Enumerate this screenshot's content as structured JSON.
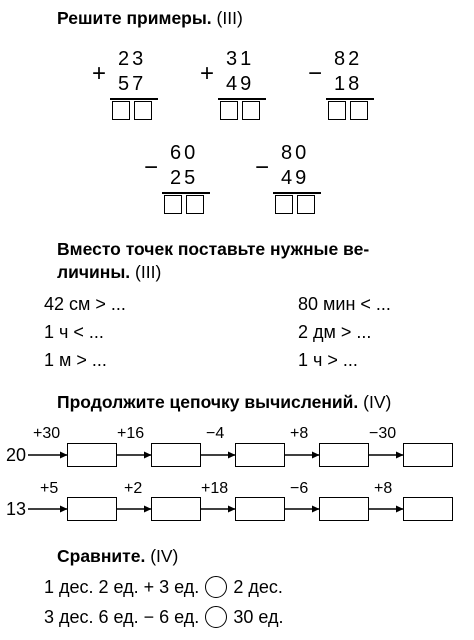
{
  "section1": {
    "title": "Решите примеры.",
    "level": "(III)",
    "problems": [
      {
        "op": "+",
        "a": "23",
        "b": "57"
      },
      {
        "op": "+",
        "a": "31",
        "b": "49"
      },
      {
        "op": "−",
        "a": "82",
        "b": "18"
      },
      {
        "op": "−",
        "a": "60",
        "b": "25"
      },
      {
        "op": "−",
        "a": "80",
        "b": "49"
      }
    ]
  },
  "section2": {
    "title_line1": "Вместо точек поставьте нужные ве-",
    "title_line2": "личины.",
    "level": "(III)",
    "left": [
      "42 см > ...",
      "1 ч < ...",
      "1 м > ..."
    ],
    "right": [
      "80 мин < ...",
      "2 дм > ...",
      "1 ч > ..."
    ]
  },
  "section3": {
    "title": "Продолжите цепочку вычислений.",
    "level": "(IV)",
    "chain1": {
      "start": "20",
      "ops": [
        "+30",
        "+16",
        "−4",
        "+8",
        "−30"
      ]
    },
    "chain2": {
      "start": "13",
      "ops": [
        "+5",
        "+2",
        "+18",
        "−6",
        "+8"
      ]
    }
  },
  "section4": {
    "title": "Сравните.",
    "level": "(IV)",
    "rows": [
      {
        "left": "1 дес. 2 ед. + 3 ед.",
        "right": "2 дес."
      },
      {
        "left": "3 дес. 6 ед. − 6 ед.",
        "right": "30 ед."
      }
    ]
  }
}
